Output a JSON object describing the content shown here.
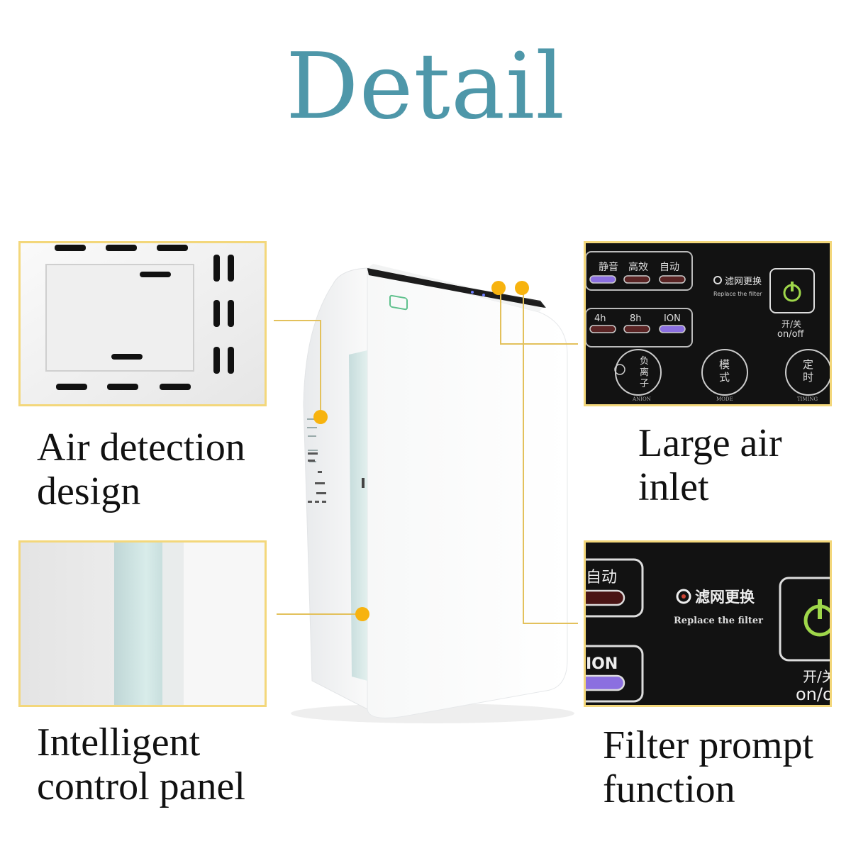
{
  "title": "Detail",
  "features": [
    {
      "caption": "Air detection\ndesign"
    },
    {
      "caption": "Large air\ninlet"
    },
    {
      "caption": "Intelligent\ncontrol panel"
    },
    {
      "caption": "Filter prompt\nfunction"
    }
  ],
  "control_panel": {
    "mode_buttons": [
      "静音",
      "高效",
      "自动"
    ],
    "timer_buttons": [
      "4h",
      "8h",
      "ION"
    ],
    "filter_indicator_cn": "滤网更换",
    "filter_indicator_en": "Replace the filter",
    "power_label_cn": "开/关",
    "power_label_en": "on/off",
    "knob_anion_cn": "负\n离\n子",
    "knob_anion_en": "ANION",
    "knob_mode_cn": "模\n式",
    "knob_mode_en": "MODE",
    "knob_timing_cn": "定\n时",
    "knob_timing_en": "TIMING"
  },
  "zoom_panel": {
    "auto_label": "自动",
    "ion_label": "ION",
    "filter_indicator_cn": "滤网更换",
    "filter_indicator_en": "Replace the filter",
    "power_label_cn": "开/关",
    "power_label_en": "on/off"
  },
  "colors": {
    "title": "#4e97a9",
    "leader": "#e3c15c",
    "dot": "#f7b30f",
    "panel_border": "#f3d77b",
    "purple_led": "#8b6fe0",
    "power_green": "#9fd74a"
  }
}
